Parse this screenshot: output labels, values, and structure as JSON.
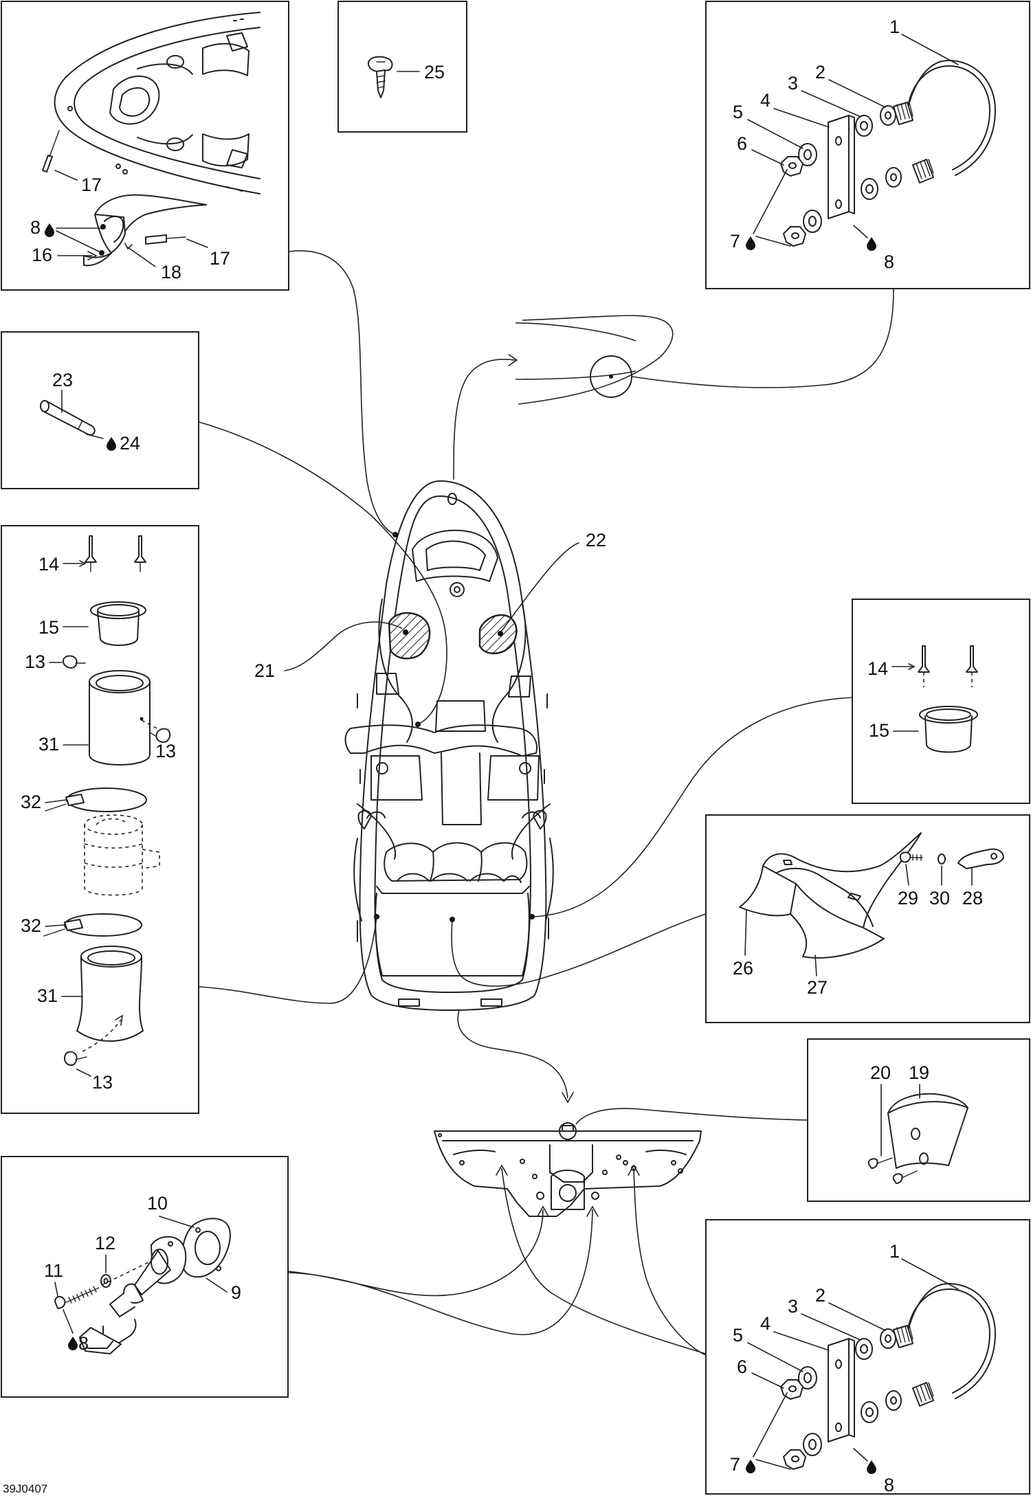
{
  "figure_code": "39J0407",
  "callouts": {
    "c1a": "1",
    "c2a": "2",
    "c3a": "3",
    "c4a": "4",
    "c5a": "5",
    "c6a": "6",
    "c7a": "7",
    "c8a": "8",
    "c17a": "17",
    "c8b": "8",
    "c16": "16",
    "c18": "18",
    "c17b": "17",
    "c25": "25",
    "c23": "23",
    "c24": "24",
    "c14a": "14",
    "c15a": "15",
    "c13a": "13",
    "c31a": "31",
    "c13b": "13",
    "c32a": "32",
    "c32b": "32",
    "c31b": "31",
    "c13c": "13",
    "c21": "21",
    "c22": "22",
    "c14b": "14",
    "c15b": "15",
    "c29": "29",
    "c30": "30",
    "c28": "28",
    "c26": "26",
    "c27": "27",
    "c20": "20",
    "c19": "19",
    "c10": "10",
    "c12": "12",
    "c11": "11",
    "c9": "9",
    "c8c": "8",
    "c1b": "1",
    "c2b": "2",
    "c3b": "3",
    "c4b": "4",
    "c5b": "5",
    "c6b": "6",
    "c7b": "7",
    "c8d": "8"
  }
}
